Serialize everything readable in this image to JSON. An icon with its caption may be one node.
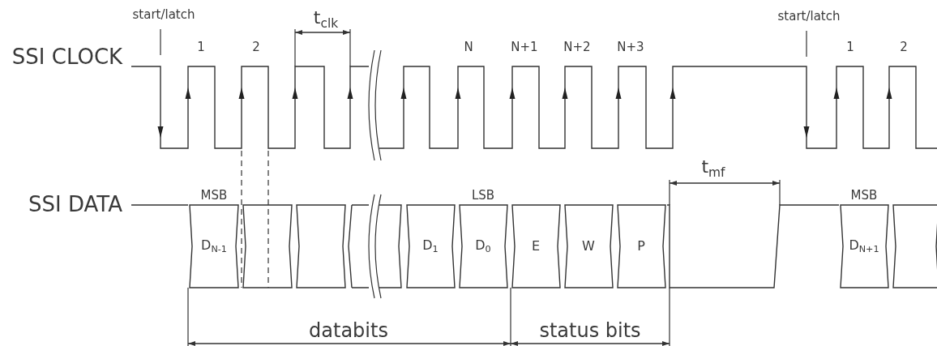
{
  "diagram": {
    "labels": [
      "start/latch",
      "start/latch",
      "t$_{clk}$",
      "1",
      "2",
      "N",
      "N+1",
      "N+2",
      "N+3",
      "1",
      "2",
      "SSI CLOCK",
      "t$_{mf}$",
      "MSB",
      "LSB",
      "MSB",
      "SSI DATA",
      "D$_{N-1}$",
      "D$_{1}$",
      "D$_{0}$",
      "E",
      "W",
      "P",
      "D$_{N+1}$",
      "databits",
      "status bits"
    ]
  }
}
